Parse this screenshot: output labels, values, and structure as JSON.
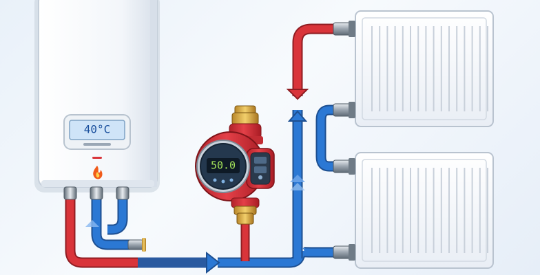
{
  "boiler": {
    "display_text": "40°C",
    "flame_icon": "flame-icon"
  },
  "pump": {
    "display_text": "50.0"
  },
  "flow_arrows": {
    "supply_direction": "up",
    "return_direction": "right"
  },
  "colors": {
    "hot_pipe": "#d9343a",
    "cold_pipe": "#2b78d4",
    "boiler_display_text": "#1a4f9c",
    "pump_display_text": "#a6e65a",
    "flame": "#f05a1a"
  }
}
